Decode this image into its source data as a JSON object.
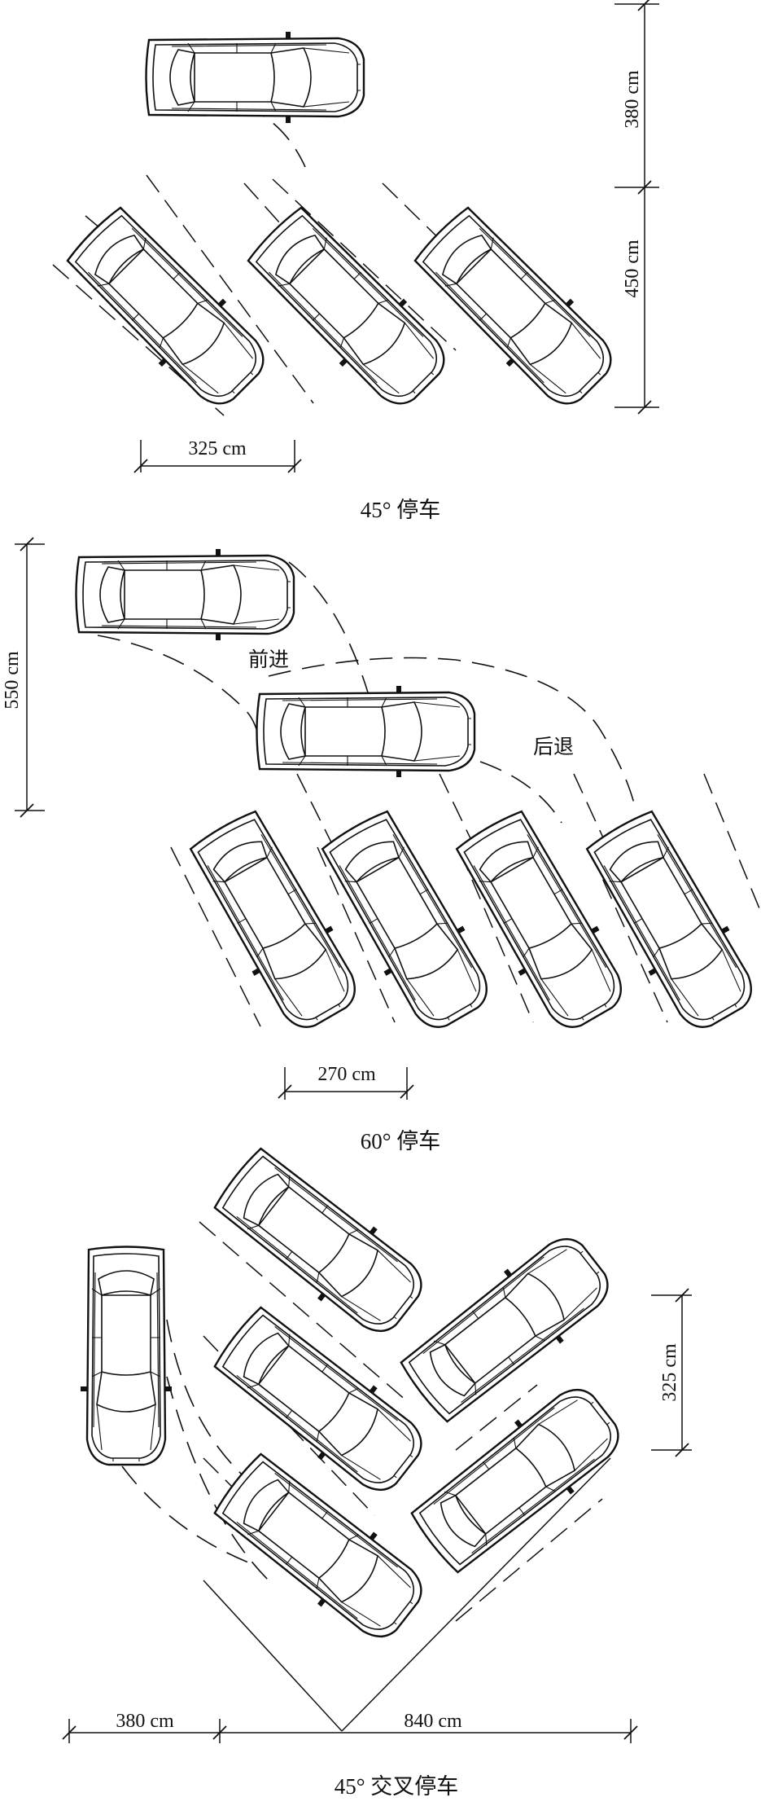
{
  "diagrams": [
    {
      "caption": "45° 停车",
      "dimensions": [
        "380 cm",
        "450 cm",
        "325 cm"
      ]
    },
    {
      "caption": "60° 停车",
      "dimensions": [
        "550 cm",
        "270 cm"
      ],
      "notes": [
        "前进",
        "后退"
      ]
    },
    {
      "caption": "45°  交叉停车",
      "dimensions": [
        "325 cm",
        "380 cm",
        "840 cm"
      ]
    }
  ]
}
